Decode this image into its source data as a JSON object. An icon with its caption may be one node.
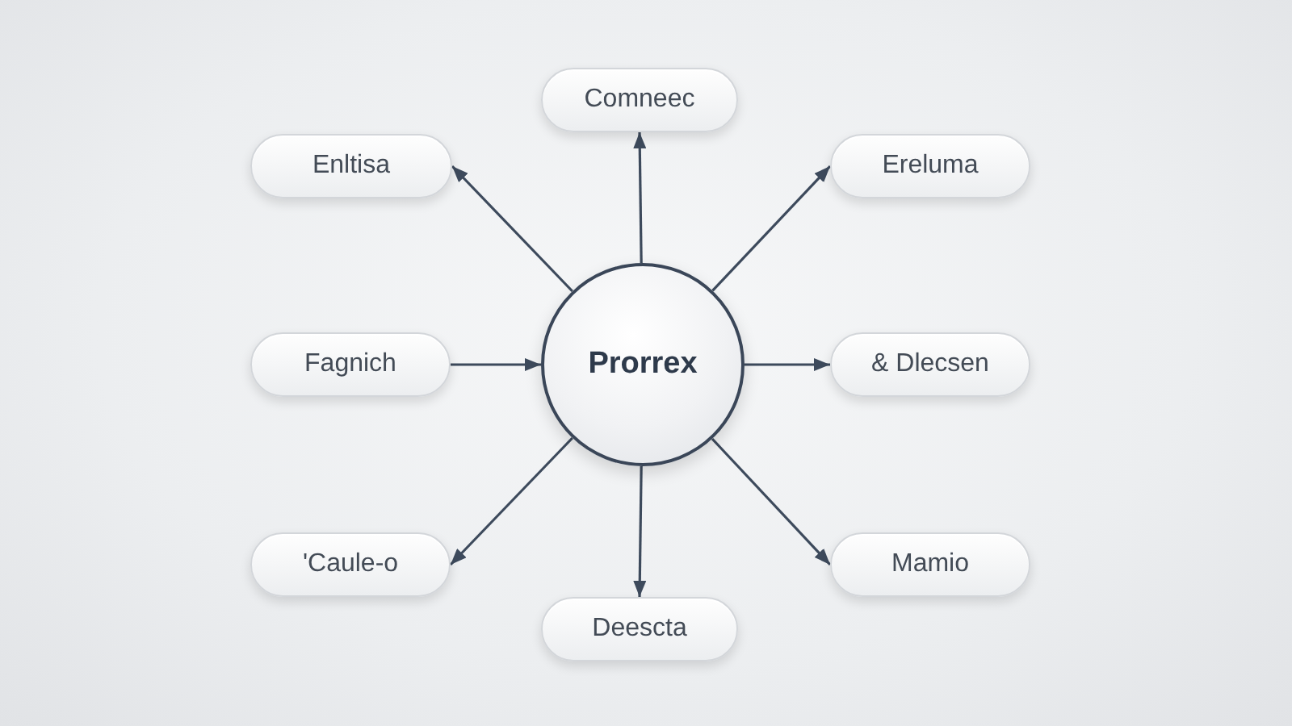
{
  "diagram": {
    "nodes": [
      {
        "text": [
          "Comneec"
        ]
      },
      {
        "text": [
          "Enltisa"
        ]
      },
      {
        "text": [
          "Ereluma"
        ]
      },
      {
        "text": [
          "Fagnich"
        ]
      },
      {
        "text": [
          "Prorrex"
        ]
      },
      {
        "text": [
          "& Dlecsen"
        ]
      },
      {
        "text": [
          "'Caule-o"
        ]
      },
      {
        "text": [
          "Mamio"
        ]
      },
      {
        "text": [
          "Deescta"
        ]
      }
    ],
    "edges": [
      {
        "from": 4,
        "to": 0,
        "arrow": "to"
      },
      {
        "from": 4,
        "to": 1,
        "arrow": "to"
      },
      {
        "from": 4,
        "to": 2,
        "arrow": "to"
      },
      {
        "from": 3,
        "to": 4,
        "arrow": "to"
      },
      {
        "from": 4,
        "to": 5,
        "arrow": "to"
      },
      {
        "from": 4,
        "to": 6,
        "arrow": "to"
      },
      {
        "from": 4,
        "to": 8,
        "arrow": "to"
      },
      {
        "from": 4,
        "to": 7,
        "arrow": "to"
      }
    ]
  }
}
